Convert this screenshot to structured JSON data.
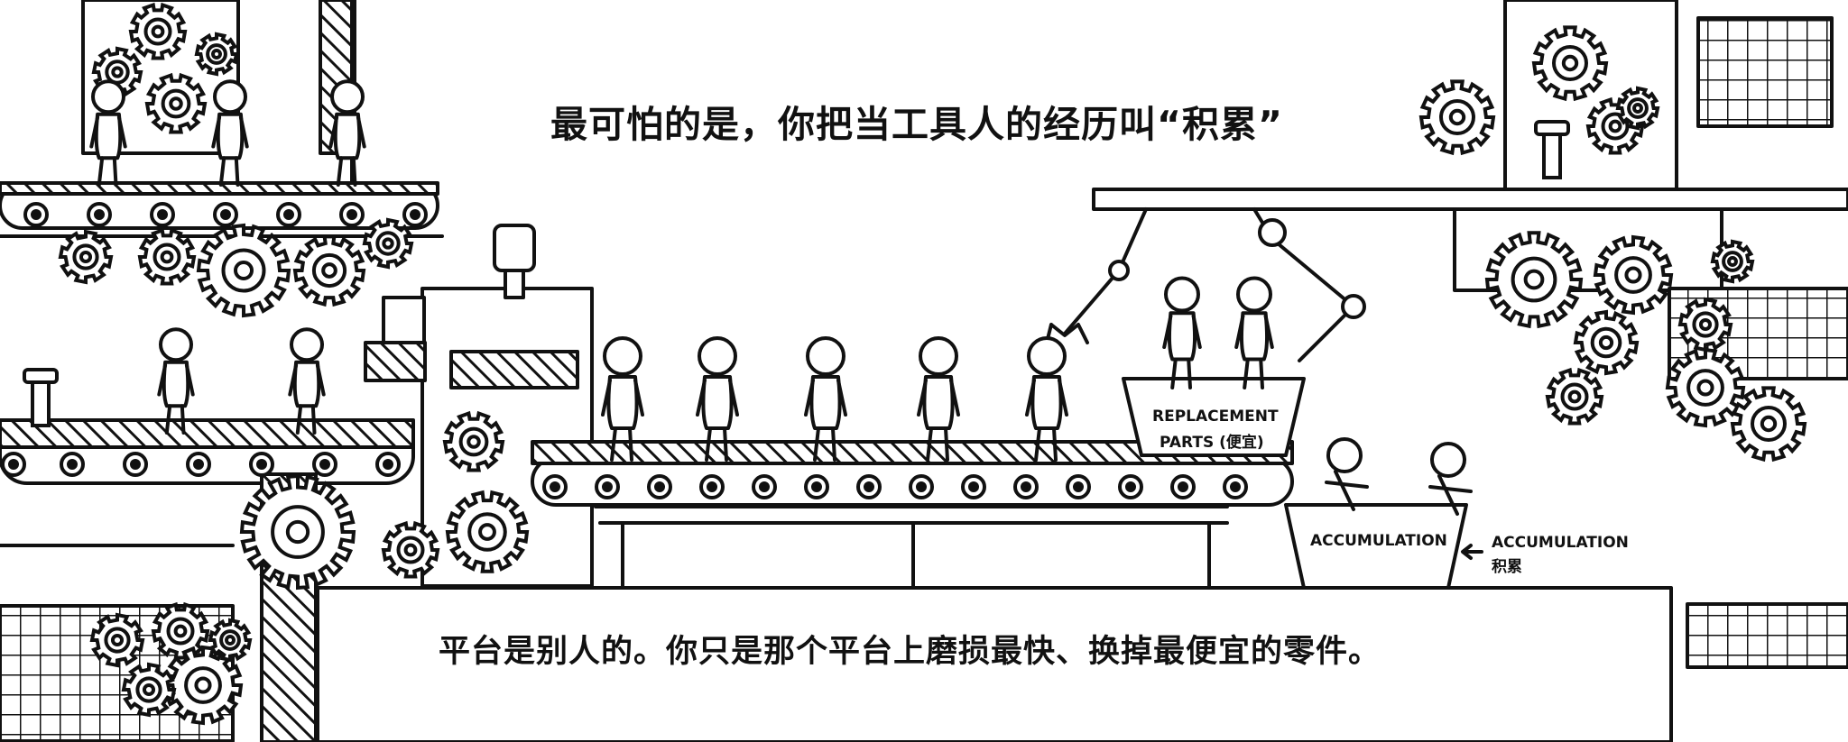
{
  "title": "最可怕的是，你把当工具人的经历叫“积累”",
  "caption": "平台是别人的。你只是那个平台上磨损最快、换掉最便宜的零件。",
  "replacement_bin": {
    "line1": "REPLACEMENT",
    "line2": "PARTS (便宜)"
  },
  "accumulation_bin": {
    "label": "ACCUMULATION"
  },
  "side_note": {
    "line1": "ACCUMULATION",
    "line2": "积累"
  },
  "icons": [
    "gear-icon",
    "screw-icon",
    "grid-icon",
    "robot-arm-icon",
    "conveyor-belt-icon",
    "stick-figure-icon"
  ],
  "colors": {
    "ink": "#111111",
    "paper": "#ffffff"
  }
}
